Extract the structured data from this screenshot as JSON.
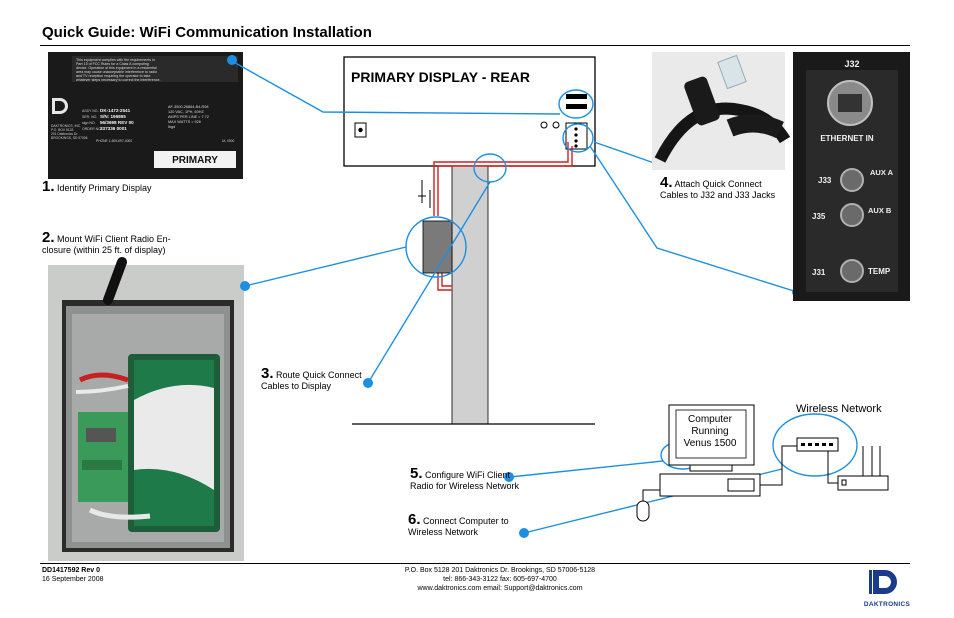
{
  "title": "Quick Guide: WiFi Communication Installation",
  "diagram": {
    "primary_display_label": "PRIMARY DISPLAY - REAR",
    "computer_label": "Computer Running Venus 1500",
    "computer_lines": [
      "Computer",
      "Running",
      "Venus 1500"
    ],
    "wireless_network_label": "Wireless Network"
  },
  "label_plate": {
    "notice_lines": [
      "This equipment complies with the requirements in",
      "Part 15 of FCC Rules for a Class A computing",
      "device. Operation of this equipment in a residential",
      "area may cause unacceptable interference to radio",
      "and TV reception requiring the operator to take",
      "whatever steps necessary to correct the interference."
    ],
    "field_labels": [
      "ASSY NO.",
      "SER. NO.",
      "sign NO.",
      "ORDER NO."
    ],
    "field_values": [
      "DK-1472-2541",
      "S/N: 196865",
      "56/3698  REV 00",
      "337336    0001"
    ],
    "spec_lines": [
      "AF-3500-26864-B4-R08",
      "120 VAC, 1PH, 60HZ",
      "AMPS PER LINE = 7.72",
      "MAX WATTS = 926",
      "lbgd"
    ],
    "company_lines": [
      "DAKTRONICS, INC.",
      "P.O. BOX 5128",
      "201 Daktronics Dr.",
      "BROOKINGS, SD 57006"
    ],
    "phone": "PHONE 1-605-697-4000",
    "listing": "UL 0000",
    "primary_sticker": "PRIMARY"
  },
  "jack_panel": {
    "j32": "J32",
    "ethernet_in": "ETHERNET IN",
    "j33": "J33",
    "aux_a": "AUX A",
    "j35": "J35",
    "aux_b": "AUX B",
    "j31": "J31",
    "temp": "TEMP"
  },
  "steps": [
    {
      "number": "1.",
      "text": "Identify Primary Display"
    },
    {
      "number": "2.",
      "text": "Mount WiFi Client Radio En-\nclosure (within 25 ft. of display)"
    },
    {
      "number": "3.",
      "text": "Route Quick Connect\nCables to Display"
    },
    {
      "number": "4.",
      "text": "Attach Quick Connect\nCables to J32 and J33 Jacks"
    },
    {
      "number": "5.",
      "text": "Configure WiFi Client\nRadio for Wireless Network"
    },
    {
      "number": "6.",
      "text": "Connect Computer to\nWireless Network"
    }
  ],
  "footer": {
    "doc_number": "DD1417592 Rev 0",
    "date": "16 September 2008",
    "address": "P.O. Box 5128 201 Daktronics Dr. Brookings, SD 57006-5128",
    "phone_fax": "tel: 866-343-3122  fax: 605-697-4700",
    "web_email": "www.daktronics.com email: Support@daktronics.com",
    "logo_text": "DAKTRONICS"
  },
  "colors": {
    "callout_blue": "#1e8fe0",
    "cable_red": "#d11f1f",
    "pole_gray": "#d0d0d0",
    "brand_blue": "#1a3a8a"
  }
}
